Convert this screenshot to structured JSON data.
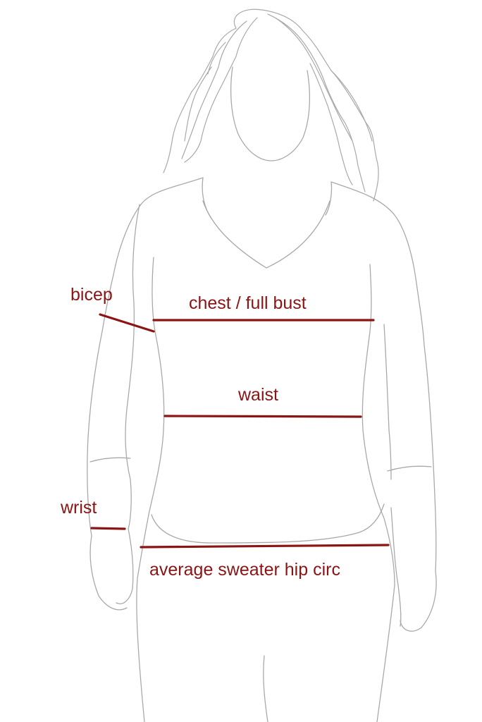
{
  "labels": {
    "bicep": "bicep",
    "chest": "chest / full bust",
    "waist": "waist",
    "wrist": "wrist",
    "hip": "average sweater hip circ"
  },
  "colors": {
    "measure": "#8b1414",
    "outline": "#a9a9a9",
    "background": "#ffffff"
  }
}
